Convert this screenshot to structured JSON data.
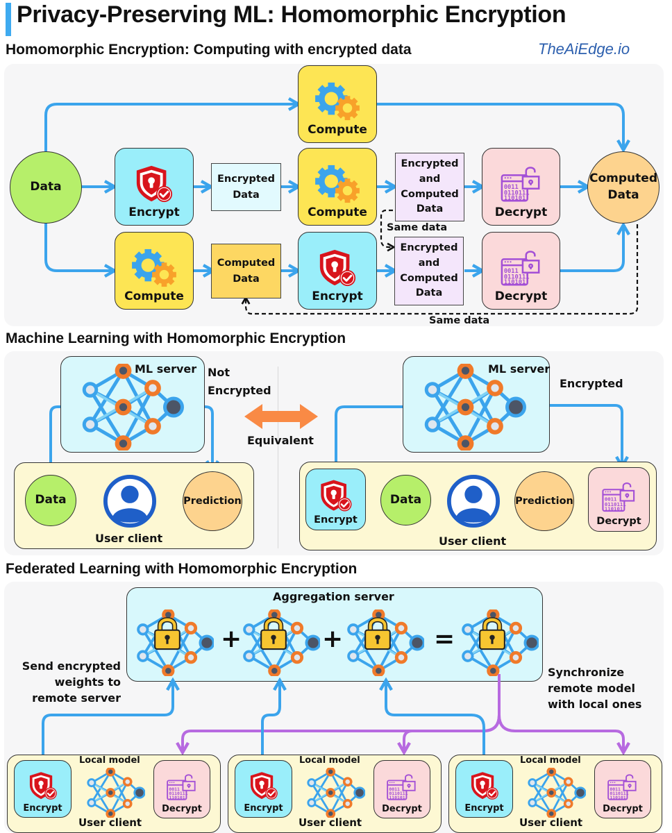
{
  "header": {
    "title": "Privacy-Preserving ML: Homomorphic Encryption",
    "brand": "TheAiEdge.io",
    "accent_color": "#3eaaf0"
  },
  "section1": {
    "title": "Homomorphic Encryption: Computing with encrypted data",
    "data_node": "Data",
    "compute_top": "Compute",
    "encrypt_mid": "Encrypt",
    "encrypted_data": [
      "Encrypted",
      "Data"
    ],
    "compute_mid": "Compute",
    "enc_comp_data_mid": [
      "Encrypted",
      "and",
      "Computed",
      "Data"
    ],
    "decrypt_mid": "Decrypt",
    "computed_data_node": [
      "Computed",
      "Data"
    ],
    "compute_bot": "Compute",
    "computed_data_bot": [
      "Computed",
      "Data"
    ],
    "encrypt_bot": "Encrypt",
    "enc_comp_data_bot": [
      "Encrypted",
      "and",
      "Computed",
      "Data"
    ],
    "decrypt_bot": "Decrypt",
    "same_data_1": "Same data",
    "same_data_2": "Same data"
  },
  "section2": {
    "title": "Machine Learning with Homomorphic Encryption",
    "left": {
      "server_label": "ML server",
      "status": [
        "Not",
        "Encrypted"
      ],
      "data": "Data",
      "prediction": "Prediction",
      "client_label": "User client"
    },
    "equivalent": "Equivalent",
    "right": {
      "server_label": "ML server",
      "status": "Encrypted",
      "encrypt": "Encrypt",
      "data": "Data",
      "prediction": "Prediction",
      "decrypt": "Decrypt",
      "client_label": "User client"
    }
  },
  "section3": {
    "title": "Federated Learning with Homomorphic Encryption",
    "server_label": "Aggregation server",
    "operators": [
      "+",
      "+",
      "="
    ],
    "send_note": [
      "Send encrypted",
      "weights to",
      "remote server"
    ],
    "sync_note": [
      "Synchronize",
      "remote model",
      "with local ones"
    ],
    "clients": [
      {
        "encrypt": "Encrypt",
        "model": "Local model",
        "decrypt": "Decrypt",
        "label": "User client"
      },
      {
        "encrypt": "Encrypt",
        "model": "Local model",
        "decrypt": "Decrypt",
        "label": "User client"
      },
      {
        "encrypt": "Encrypt",
        "model": "Local model",
        "decrypt": "Decrypt",
        "label": "User client"
      }
    ]
  }
}
